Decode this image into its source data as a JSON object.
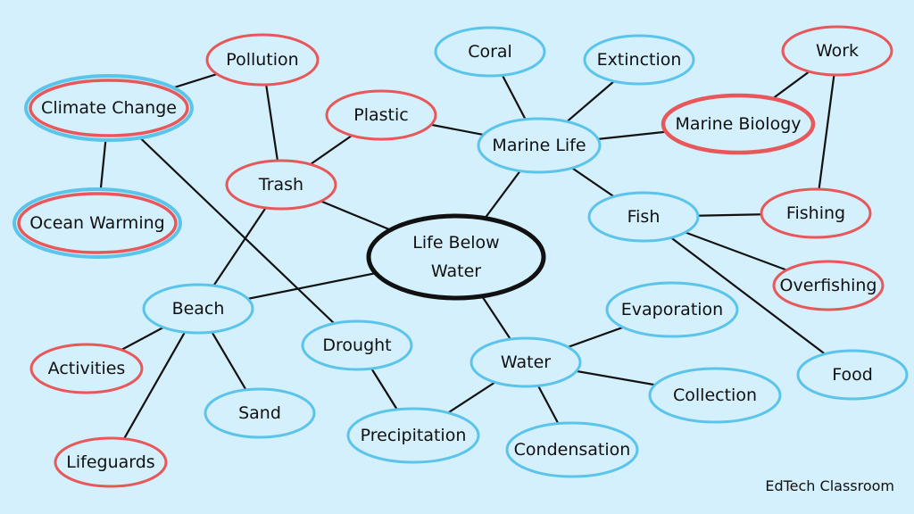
{
  "colors": {
    "background": "#d4f0fc",
    "red_outline": "#e8575a",
    "blue_outline": "#5bc4ea",
    "center_outline": "#111111",
    "node_fill": "#d4f0fc",
    "line": "#111111"
  },
  "center": {
    "line1": "Life Below",
    "line2": "Water"
  },
  "nodes": {
    "pollution": "Pollution",
    "climate_change": "Climate Change",
    "ocean_warming": "Ocean Warming",
    "trash": "Trash",
    "plastic": "Plastic",
    "coral": "Coral",
    "extinction": "Extinction",
    "marine_life": "Marine Life",
    "work": "Work",
    "marine_biology": "Marine Biology",
    "fish": "Fish",
    "fishing": "Fishing",
    "overfishing": "Overfishing",
    "food": "Food",
    "beach": "Beach",
    "activities": "Activities",
    "lifeguards": "Lifeguards",
    "sand": "Sand",
    "drought": "Drought",
    "water": "Water",
    "evaporation": "Evaporation",
    "collection": "Collection",
    "precipitation": "Precipitation",
    "condensation": "Condensation"
  },
  "node_styles": {
    "pollution": "red",
    "climate_change": "red-blue",
    "ocean_warming": "red-blue",
    "trash": "red",
    "plastic": "red",
    "coral": "blue",
    "extinction": "blue",
    "marine_life": "blue",
    "work": "red",
    "marine_biology": "red-thick",
    "fish": "blue",
    "fishing": "red",
    "overfishing": "red",
    "food": "blue",
    "beach": "blue",
    "activities": "red",
    "lifeguards": "red",
    "sand": "blue",
    "drought": "blue",
    "water": "blue",
    "evaporation": "blue",
    "collection": "blue",
    "precipitation": "blue",
    "condensation": "blue"
  },
  "connections": [
    [
      "climate_change",
      "pollution"
    ],
    [
      "climate_change",
      "ocean_warming"
    ],
    [
      "climate_change",
      "drought"
    ],
    [
      "pollution",
      "trash"
    ],
    [
      "trash",
      "plastic"
    ],
    [
      "trash",
      "center"
    ],
    [
      "trash",
      "beach"
    ],
    [
      "plastic",
      "marine_life"
    ],
    [
      "coral",
      "marine_life"
    ],
    [
      "extinction",
      "marine_life"
    ],
    [
      "marine_life",
      "marine_biology"
    ],
    [
      "marine_life",
      "fish"
    ],
    [
      "marine_life",
      "center"
    ],
    [
      "marine_biology",
      "work"
    ],
    [
      "work",
      "fishing"
    ],
    [
      "fish",
      "fishing"
    ],
    [
      "fish",
      "overfishing"
    ],
    [
      "fish",
      "food"
    ],
    [
      "center",
      "beach"
    ],
    [
      "center",
      "water"
    ],
    [
      "beach",
      "activities"
    ],
    [
      "beach",
      "lifeguards"
    ],
    [
      "beach",
      "sand"
    ],
    [
      "drought",
      "precipitation"
    ],
    [
      "water",
      "precipitation"
    ],
    [
      "water",
      "evaporation"
    ],
    [
      "water",
      "collection"
    ],
    [
      "water",
      "condensation"
    ]
  ],
  "credit": "EdTech Classroom"
}
